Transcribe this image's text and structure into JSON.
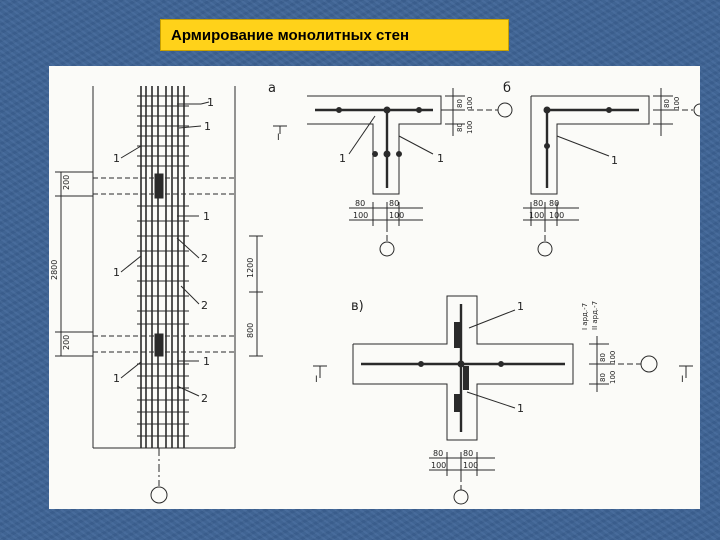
{
  "slide": {
    "title": "Армирование монолитных стен",
    "colors": {
      "background": "#3e6496",
      "title_bg": "#ffd21a",
      "sheet": "#fbfbf8",
      "ink": "#2a2a2a"
    }
  },
  "drawing": {
    "label_a": "а",
    "label_b": "б",
    "label_v": "в)",
    "callout_1": "1",
    "callout_2": "2",
    "dim_200": "200",
    "dim_2800": "2800",
    "dim_1200": "1200",
    "dim_800": "800",
    "dim_80": "80",
    "dim_100": "100",
    "note_I": "I ард.-7",
    "note_II": "II ард.-7",
    "section_mark": "I"
  }
}
